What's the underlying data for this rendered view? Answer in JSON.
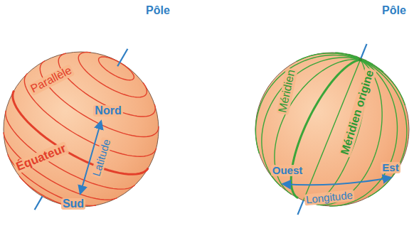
{
  "diagram": {
    "labels": [
      "Pôle",
      "Parallèle",
      "Équateur",
      "Nord",
      "Latitude",
      "Sud",
      "Pôle",
      "Méridien",
      "Méridien origine",
      "Ouest",
      "Est",
      "Longitude"
    ]
  }
}
